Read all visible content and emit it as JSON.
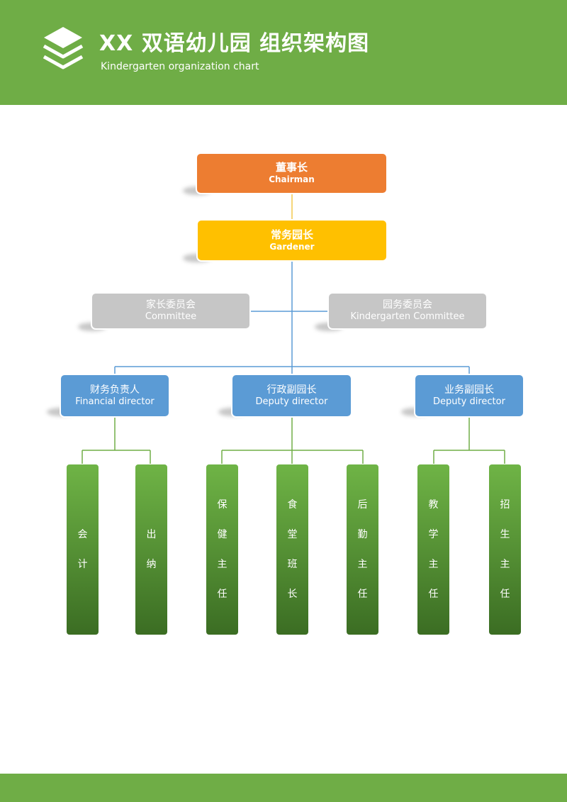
{
  "header": {
    "title": "XX 双语幼儿园  组织架构图",
    "subtitle": "Kindergarten organization chart",
    "logo_icon": "layers-stack-icon",
    "background": "#6fad46"
  },
  "org": {
    "chairman": {
      "zh": "董事长",
      "en": "Chairman",
      "color": "#ed7d31"
    },
    "gardener": {
      "zh": "常务园长",
      "en": "Gardener",
      "color": "#ffc000"
    },
    "parent_committee": {
      "zh": "家长委员会",
      "en": "Committee",
      "color": "#c6c6c6"
    },
    "affairs_committee": {
      "zh": "园务委员会",
      "en": "Kindergarten Committee",
      "color": "#c6c6c6"
    },
    "financial": {
      "zh": "财务负责人",
      "en": "Financial director",
      "color": "#5b9bd5"
    },
    "admin_deputy": {
      "zh": "行政副园长",
      "en": "Deputy director",
      "color": "#5b9bd5"
    },
    "business_deputy": {
      "zh": "业务副园长",
      "en": "Deputy director",
      "color": "#5b9bd5"
    },
    "leaves": [
      {
        "chars": [
          "会",
          "计"
        ]
      },
      {
        "chars": [
          "出",
          "纳"
        ]
      },
      {
        "chars": [
          "保",
          "健",
          "主",
          "任"
        ]
      },
      {
        "chars": [
          "食",
          "堂",
          "班",
          "长"
        ]
      },
      {
        "chars": [
          "后",
          "勤",
          "主",
          "任"
        ]
      },
      {
        "chars": [
          "教",
          "学",
          "主",
          "任"
        ]
      },
      {
        "chars": [
          "招",
          "生",
          "主",
          "任"
        ]
      }
    ]
  }
}
